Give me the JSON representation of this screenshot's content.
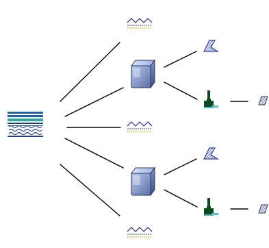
{
  "diagram": {
    "connector_color": "#000000",
    "icon_colors": {
      "layer_stack_blue": "#1f5fae",
      "layer_stack_teal": "#2fa7a0",
      "cube_fill": "#6f86b8",
      "cube_highlight": "#b8c8ec",
      "wave_line": "#3a3f88",
      "wave_dots": "#c8a000",
      "hatch_fill": "#8fa0d8",
      "brush_body": "#0a4b22",
      "brush_bristle": "#4cc3c8"
    },
    "nodes": [
      {
        "id": "root",
        "icon": "layer-stack-icon"
      },
      {
        "id": "wave-top",
        "icon": "wave-line-icon"
      },
      {
        "id": "cube-upper",
        "icon": "cube-icon"
      },
      {
        "id": "hatch-upper",
        "icon": "hatched-surface-icon"
      },
      {
        "id": "brush-upper",
        "icon": "paint-brush-icon"
      },
      {
        "id": "small-hatch-upper",
        "icon": "small-hatch-icon"
      },
      {
        "id": "wave-mid",
        "icon": "wave-line-icon"
      },
      {
        "id": "cube-lower",
        "icon": "cube-icon"
      },
      {
        "id": "hatch-lower",
        "icon": "hatched-surface-icon"
      },
      {
        "id": "brush-lower",
        "icon": "paint-brush-icon"
      },
      {
        "id": "small-hatch-lower",
        "icon": "small-hatch-icon"
      },
      {
        "id": "wave-bottom",
        "icon": "wave-line-icon"
      }
    ],
    "edges": [
      {
        "from": "root",
        "to": "wave-top"
      },
      {
        "from": "root",
        "to": "cube-upper"
      },
      {
        "from": "root",
        "to": "wave-mid"
      },
      {
        "from": "root",
        "to": "cube-lower"
      },
      {
        "from": "root",
        "to": "wave-bottom"
      },
      {
        "from": "cube-upper",
        "to": "hatch-upper"
      },
      {
        "from": "cube-upper",
        "to": "brush-upper"
      },
      {
        "from": "brush-upper",
        "to": "small-hatch-upper"
      },
      {
        "from": "cube-lower",
        "to": "hatch-lower"
      },
      {
        "from": "cube-lower",
        "to": "brush-lower"
      },
      {
        "from": "brush-lower",
        "to": "small-hatch-lower"
      }
    ]
  }
}
